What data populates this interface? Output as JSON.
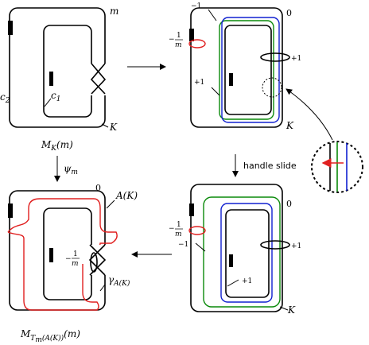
{
  "panels": {
    "p1": {
      "label_m": "m",
      "label_c2": "c",
      "label_c2_sub": "2",
      "label_c1": "c",
      "label_c1_sub": "1",
      "label_K": "K",
      "caption": "M",
      "caption_sub": "K",
      "caption_arg": "(m)"
    },
    "p2": {
      "label_neg1": "−1",
      "label_0": "0",
      "label_frac_num": "1",
      "label_frac_den": "m",
      "label_frac_sign": "−",
      "label_plus1_a": "+1",
      "label_plus1_b": "+1",
      "label_K": "K"
    },
    "p3": {
      "label_0": "0",
      "label_frac_num": "1",
      "label_frac_den": "m",
      "label_frac_sign": "−",
      "label_neg1": "−1",
      "label_plus1_a": "+1",
      "label_plus1_b": "+1",
      "label_K": "K"
    },
    "p4": {
      "label_0": "0",
      "label_AK": "A(K)",
      "label_frac_num": "1",
      "label_frac_den": "m",
      "label_frac_sign": "−",
      "label_gamma": "γ",
      "label_gamma_sub": "A(K)",
      "caption": "M",
      "caption_sub": "T",
      "caption_subsub": "m",
      "caption_subarg": "(A(K))",
      "caption_arg": "(m)"
    }
  },
  "arrows": {
    "psi": "ψ",
    "psi_sub": "m",
    "handle_slide": "handle slide"
  }
}
